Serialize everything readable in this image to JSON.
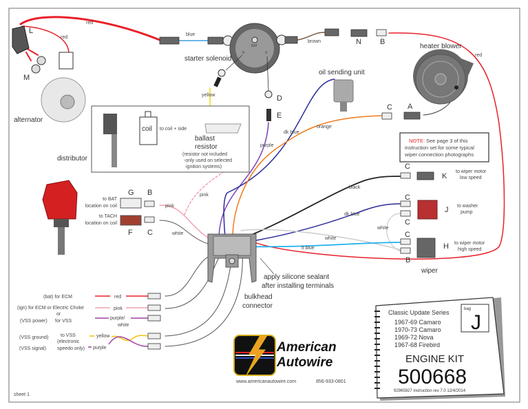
{
  "colors": {
    "red": "#e8202a",
    "blue": "#3aa0e0",
    "brown": "#7a5a44",
    "yellow": "#f2dc10",
    "purple": "#7a44b8",
    "dkblue": "#2a2a9a",
    "orange": "#f07a1a",
    "pink": "#f4a0b0",
    "black": "#222222",
    "white": "#cccccc",
    "ltblue": "#20b0f0",
    "note": "#e8202a"
  },
  "top": {
    "red_main": "red",
    "red_short": "red",
    "blue": "blue",
    "brown": "brown",
    "L": "L",
    "M": "M",
    "N": "N",
    "B": "B",
    "alternator": "alternator",
    "starter_solenoid": "starter solenoid",
    "heater_blower": "heater blower",
    "red_right": "red",
    "oil_sending_unit": "oil sending unit",
    "C": "C",
    "A": "A",
    "D": "D",
    "E": "E",
    "yellow": "yellow",
    "purple": "purple",
    "dk_blue": "dk blue",
    "orange": "orange",
    "solenoid_bat": "BAT",
    "solenoid_r": "R",
    "solenoid_s": "S"
  },
  "note": {
    "prefix": "NOTE:",
    "line1": " See page 3 of this",
    "line2": "instruction set for some typical",
    "line3": "wiper connection photographs"
  },
  "distributor_box": {
    "coil": "coil",
    "to_coil": "to coil + side",
    "ballast1": "ballast",
    "ballast2": "resistor",
    "ballast3": "(resistor not included",
    "ballast4": "-only used on selected",
    "ballast5": "ignition systems)",
    "distributor": "distributor"
  },
  "coil_conn": {
    "G": "G",
    "B": "B",
    "F": "F",
    "C": "C",
    "bat1": "to BAT",
    "bat2": "location on coil",
    "tach1": "to TACH",
    "tach2": "location on coil",
    "pink": "pink",
    "pink_dotted": "pink",
    "white": "white"
  },
  "bulkhead": {
    "sealant1": "apply silicone sealant",
    "sealant2": "after installing terminals",
    "label1": "bulkhead",
    "label2": "connector"
  },
  "wiper": {
    "C1": "C",
    "K": "K",
    "low1": "to wiper motor",
    "low2": "low speed",
    "black": "black",
    "C2": "C",
    "J": "J",
    "washer1": "to washer",
    "washer2": "pump",
    "C3": "C",
    "white_loop": "white",
    "dk_blue": "dk blue",
    "white": "white",
    "C4": "C",
    "H": "H",
    "high1": "to wiper motor",
    "high2": "high speed",
    "lt_blue": "lt blue",
    "B": "B",
    "wiper": "wiper"
  },
  "ecm": {
    "bat": "(bat) for ECM",
    "red": "red",
    "ign": "(ign) for ECM or Electric Choke",
    "pink": "pink",
    "or": "or",
    "vss_power": "(VSS power)",
    "for_vss": "for VSS",
    "purple_white1": "purple/",
    "purple_white2": "white",
    "vss_ground": "(VSS ground)",
    "to_vss": "to VSS",
    "electronic": "(electronic",
    "speedo": "speedo only)",
    "vss_signal": "(VSS signal)",
    "yellow": "yellow",
    "purple": "purple"
  },
  "brand": {
    "name1": "American",
    "name2": "Autowire",
    "website": "www.americanautowire.com",
    "phone": "856-933-0801"
  },
  "book": {
    "series": "Classic Update Series",
    "models": [
      "1967-69 Camaro",
      "1970-73 Camaro",
      "1969-72 Nova",
      "1967-68 Firebird"
    ],
    "bag_label": "bag",
    "bag": "J",
    "kit": "ENGINE KIT",
    "part": "500668",
    "footer": "92965927 instruction  rev 7.0   12/4/2014"
  },
  "sheet": "sheet 1"
}
